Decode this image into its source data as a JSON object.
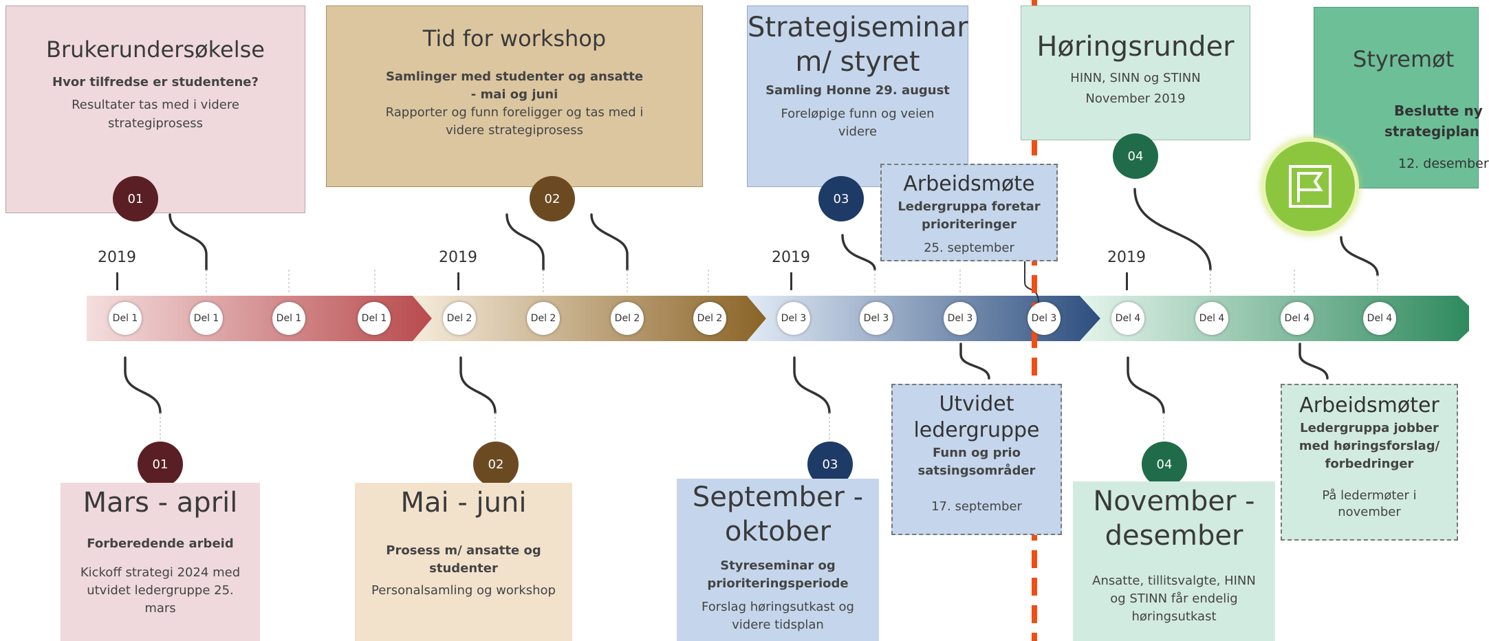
{
  "top_boxes": [
    {
      "title": "Brukerundersøkelse",
      "bold": "Hvor tilfredse er studentene?",
      "text1": "Resultater tas med i videre",
      "text2": "strategiprosess",
      "color": "#efd9dc"
    },
    {
      "title": "Tid for workshop",
      "bold1": "Samlinger med studenter og ansatte",
      "bold2": "- mai og juni",
      "text1": "Rapporter og funn foreligger og tas med i",
      "text2": "videre strategiprosess",
      "color": "#dcc6a0"
    },
    {
      "title1": "Strategiseminar",
      "title2": "m/ styret",
      "bold": "Samling Honne 29. august",
      "text1": "Foreløpige funn og veien",
      "text2": "videre",
      "color": "#c5d6ec"
    },
    {
      "title": "Høringsrunder",
      "text1": "HINN, SINN og STINN",
      "text2": "November 2019",
      "color": "#d2ebe0"
    },
    {
      "title": "Styremøt",
      "bold1": "Beslutte ny",
      "bold2": "strategiplan",
      "text1": "12. desember",
      "color": "#6dbf98"
    }
  ],
  "arbeidsmote_top": {
    "title": "Arbeidsmøte",
    "bold1": "Ledergruppa foretar",
    "bold2": "prioriteringer",
    "text": "25. september"
  },
  "utvidet": {
    "title1": "Utvidet",
    "title2": "ledergruppe",
    "bold1": "Funn og prio",
    "bold2": "satsingsområder",
    "text": "17. september"
  },
  "arbeidsmoter": {
    "title": "Arbeidsmøter",
    "bold1": "Ledergruppa jobber",
    "bold2": "med høringsforslag/",
    "bold3": "forbedringer",
    "text1": "På ledermøter  i",
    "text2": "november"
  },
  "bottom_boxes": [
    {
      "title": "Mars - april",
      "bold": "Forberedende arbeid",
      "text1": "Kickoff strategi 2024 med",
      "text2": "utvidet ledergruppe  25.",
      "text3": "mars",
      "color": "#efd9dc"
    },
    {
      "title": "Mai - juni",
      "bold1": "Prosess m/ ansatte og",
      "bold2": "studenter",
      "text1": "Personalsamling og workshop",
      "color": "#f2e2cc"
    },
    {
      "title1": "September -",
      "title2": "oktober",
      "bold1": "Styreseminar og",
      "bold2": "prioriteringsperiode",
      "text1": "Forslag høringsutkast og",
      "text2": "videre tidsplan",
      "color": "#c5d6ec"
    },
    {
      "title1": "November -",
      "title2": "desember",
      "text1": "Ansatte, tillitsvalgte,  HINN",
      "text2": "og STINN får endelig",
      "text3": "høringsutkast",
      "color": "#d2ebe0"
    }
  ],
  "circles_top": [
    "01",
    "02",
    "03",
    "04"
  ],
  "circles_bottom": [
    "01",
    "02",
    "03",
    "04"
  ],
  "years": [
    "2019",
    "2019",
    "2019",
    "2019"
  ],
  "pins": [
    "Del 1",
    "Del 1",
    "Del 1",
    "Del 1",
    "Del 2",
    "Del 2",
    "Del 2",
    "Del 2",
    "Del 3",
    "Del 3",
    "Del 3",
    "Del 3",
    "Del 4",
    "Del 4",
    "Del 4",
    "Del 4"
  ],
  "colors": {
    "phase1": "#5a1f24",
    "phase2": "#6b4a22",
    "phase3": "#1e3a66",
    "phase4": "#1f6b4a",
    "marker": "#f04e14",
    "flag": "#8cc63f"
  },
  "icons": {
    "flag": "flag-icon"
  }
}
